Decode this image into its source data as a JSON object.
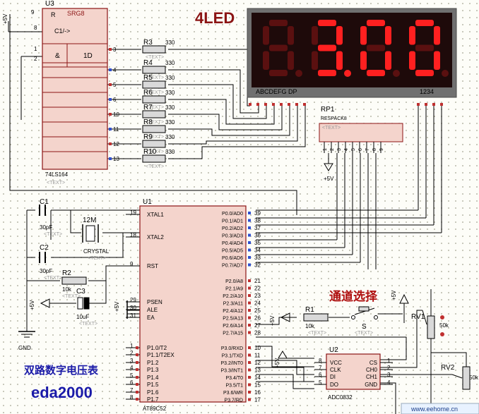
{
  "display": {
    "title": "4LED",
    "digits": [
      "",
      "3.",
      "0",
      "0"
    ],
    "segment_label": "ABCDEFG DP",
    "digit_label": "1234",
    "colors": {
      "on": "#ff2020",
      "off": "#5a1010",
      "bg": "#1e0a0a",
      "frame": "#707070"
    }
  },
  "shift_register": {
    "ref": "U3",
    "part": "74LS164",
    "text": "<TEXT>",
    "label_srg": "SRG8",
    "pin_r": "R",
    "pin_clk": "C1/->",
    "gate": "&",
    "data_in": "1D",
    "pin_top": "9",
    "pin_clk_num": "8",
    "pins_in": [
      "1",
      "2"
    ],
    "outputs": [
      "3",
      "4",
      "5",
      "6",
      "10",
      "11",
      "12",
      "13"
    ]
  },
  "resistors": [
    {
      "ref": "R3",
      "value": "330"
    },
    {
      "ref": "R4",
      "value": "330"
    },
    {
      "ref": "R5",
      "value": "330"
    },
    {
      "ref": "R6",
      "value": "330"
    },
    {
      "ref": "R7",
      "value": "330"
    },
    {
      "ref": "R8",
      "value": "330"
    },
    {
      "ref": "R9",
      "value": "330"
    },
    {
      "ref": "R10",
      "value": "330"
    }
  ],
  "text_placeholder": "<TEXT>",
  "respack": {
    "ref": "RP1",
    "part": "RESPACK8",
    "text": "<TEXT>",
    "pins": [
      "1",
      "2",
      "3",
      "4",
      "5",
      "6",
      "7",
      "8",
      "9"
    ]
  },
  "power": {
    "vcc": "+5V",
    "gnd": "GND"
  },
  "mcu": {
    "ref": "U1",
    "part": "AT89C52",
    "left_pins": [
      {
        "name": "XTAL1",
        "num": "19"
      },
      {
        "name": "XTAL2",
        "num": "18"
      },
      {
        "name": "RST",
        "num": "9"
      },
      {
        "name": "PSEN",
        "num": "29"
      },
      {
        "name": "ALE",
        "num": "30"
      },
      {
        "name": "EA",
        "num": "31"
      },
      {
        "name": "P1.0/T2",
        "num": "1"
      },
      {
        "name": "P1.1/T2EX",
        "num": "2"
      },
      {
        "name": "P1.2",
        "num": "3"
      },
      {
        "name": "P1.3",
        "num": "4"
      },
      {
        "name": "P1.4",
        "num": "5"
      },
      {
        "name": "P1.5",
        "num": "6"
      },
      {
        "name": "P1.6",
        "num": "7"
      },
      {
        "name": "P1.7",
        "num": "8"
      }
    ],
    "right_pins": [
      {
        "name": "P0.0/AD0",
        "num": "39"
      },
      {
        "name": "P0.1/AD1",
        "num": "38"
      },
      {
        "name": "P0.2/AD2",
        "num": "37"
      },
      {
        "name": "P0.3/AD3",
        "num": "36"
      },
      {
        "name": "P0.4/AD4",
        "num": "35"
      },
      {
        "name": "P0.5/AD5",
        "num": "34"
      },
      {
        "name": "P0.6/AD6",
        "num": "33"
      },
      {
        "name": "P0.7/AD7",
        "num": "32"
      },
      {
        "name": "P2.0/A8",
        "num": "21"
      },
      {
        "name": "P2.1/A9",
        "num": "22"
      },
      {
        "name": "P2.2/A10",
        "num": "23"
      },
      {
        "name": "P2.3/A11",
        "num": "24"
      },
      {
        "name": "P2.4/A12",
        "num": "25"
      },
      {
        "name": "P2.5/A13",
        "num": "26"
      },
      {
        "name": "P2.6/A14",
        "num": "27"
      },
      {
        "name": "P2.7/A15",
        "num": "28"
      },
      {
        "name": "P3.0/RXD",
        "num": "10"
      },
      {
        "name": "P3.1/TXD",
        "num": "11"
      },
      {
        "name": "P3.2/INT0",
        "num": "12"
      },
      {
        "name": "P3.3/INT1",
        "num": "13"
      },
      {
        "name": "P3.4/T0",
        "num": "14"
      },
      {
        "name": "P3.5/T1",
        "num": "15"
      },
      {
        "name": "P3.6/WR",
        "num": "16"
      },
      {
        "name": "P3.7/RD",
        "num": "17"
      }
    ]
  },
  "crystal": {
    "ref": "12M",
    "part": "CRYSTAL",
    "text": "<TEXT>"
  },
  "caps": [
    {
      "ref": "C1",
      "value": "30pF",
      "text": "<TEXT>"
    },
    {
      "ref": "C2",
      "value": "30pF",
      "text": "<TEXT>"
    },
    {
      "ref": "C3",
      "value": "10uF",
      "text": "<TEXT>"
    }
  ],
  "r2": {
    "ref": "R2",
    "value": "10k",
    "text": "<TEXT>"
  },
  "r1": {
    "ref": "R1",
    "value": "10k",
    "text": "<TEXT>"
  },
  "switch": {
    "ref": "S",
    "label_cn": "通道选择",
    "text": "<TEXT>"
  },
  "adc": {
    "ref": "U2",
    "part": "ADC0832",
    "left_pins": [
      {
        "name": "VCC",
        "num": "8"
      },
      {
        "name": "CLK",
        "num": "7"
      },
      {
        "name": "DI",
        "num": "6"
      },
      {
        "name": "DO",
        "num": "5"
      }
    ],
    "right_pins": [
      {
        "name": "CS",
        "num": "1"
      },
      {
        "name": "CH0",
        "num": "2"
      },
      {
        "name": "CH1",
        "num": "3"
      },
      {
        "name": "GND",
        "num": "4"
      }
    ]
  },
  "pots": [
    {
      "ref": "RV1",
      "value": "50k"
    },
    {
      "ref": "RV2",
      "value": "50k"
    }
  ],
  "captions": {
    "title_cn": "双路数字电压表",
    "brand": "eda2000",
    "watermark": "www.eehome.cn"
  }
}
